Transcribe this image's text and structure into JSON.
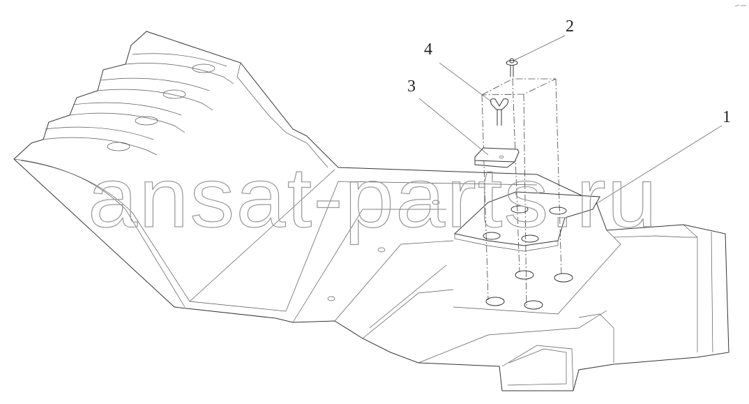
{
  "diagram": {
    "callouts": [
      {
        "id": "1",
        "label": "1"
      },
      {
        "id": "2",
        "label": "2"
      },
      {
        "id": "3",
        "label": "3"
      },
      {
        "id": "4",
        "label": "4"
      }
    ],
    "watermark": "ansat-parts.ru"
  }
}
